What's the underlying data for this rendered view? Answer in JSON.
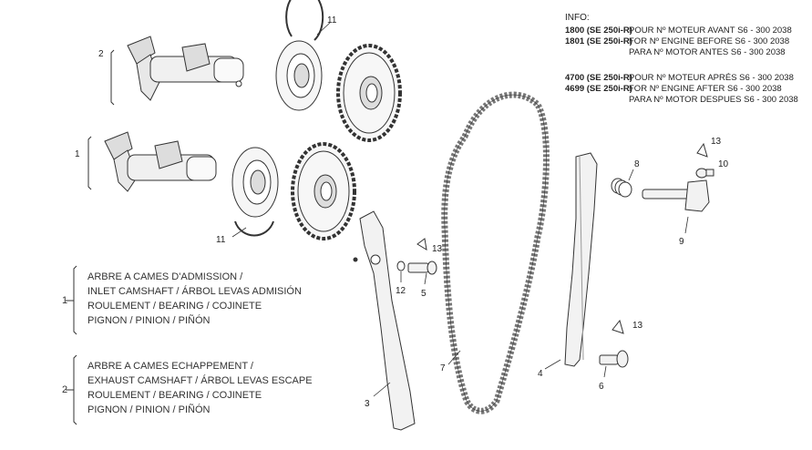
{
  "callouts": {
    "c2": "2",
    "c1": "1",
    "c11a": "11",
    "c11b": "11",
    "c8": "8",
    "c13a": "13",
    "c10": "10",
    "c9": "9",
    "c13b": "13",
    "c12": "12",
    "c5": "5",
    "c7": "7",
    "c4": "4",
    "c3": "3",
    "c13c": "13",
    "c6": "6"
  },
  "info": {
    "title": "INFO:",
    "rows": [
      {
        "code": "1800 (SE 250i-R)",
        "desc": "POUR Nº MOTEUR AVANT S6 - 300 2038"
      },
      {
        "code": "1801 (SE 250i-R)",
        "desc": "FOR Nº ENGINE BEFORE S6 - 300 2038"
      },
      {
        "code": "",
        "desc": "PARA Nº MOTOR ANTES S6 - 300 2038"
      },
      {
        "code": "4700 (SE 250i-R)",
        "desc": "POUR Nº MOTEUR APRÉS S6 - 300 2038"
      },
      {
        "code": "4699 (SE 250i-R)",
        "desc": "FOR Nº ENGINE AFTER S6 - 300 2038"
      },
      {
        "code": "",
        "desc": "PARA Nº MOTOR DESPUES S6 - 300 2038"
      }
    ]
  },
  "legend": [
    {
      "num": "1",
      "lines": [
        "ARBRE A CAMES D'ADMISSION /",
        "INLET CAMSHAFT / ÁRBOL LEVAS ADMISIÓN",
        "ROULEMENT / BEARING / COJINETE",
        "PIGNON / PINION / PIÑÓN"
      ]
    },
    {
      "num": "2",
      "lines": [
        "ARBRE A CAMES ECHAPPEMENT /",
        "EXHAUST CAMSHAFT / ÁRBOL LEVAS ESCAPE",
        "ROULEMENT / BEARING / COJINETE",
        "PIGNON / PINION / PIÑÓN"
      ]
    }
  ]
}
